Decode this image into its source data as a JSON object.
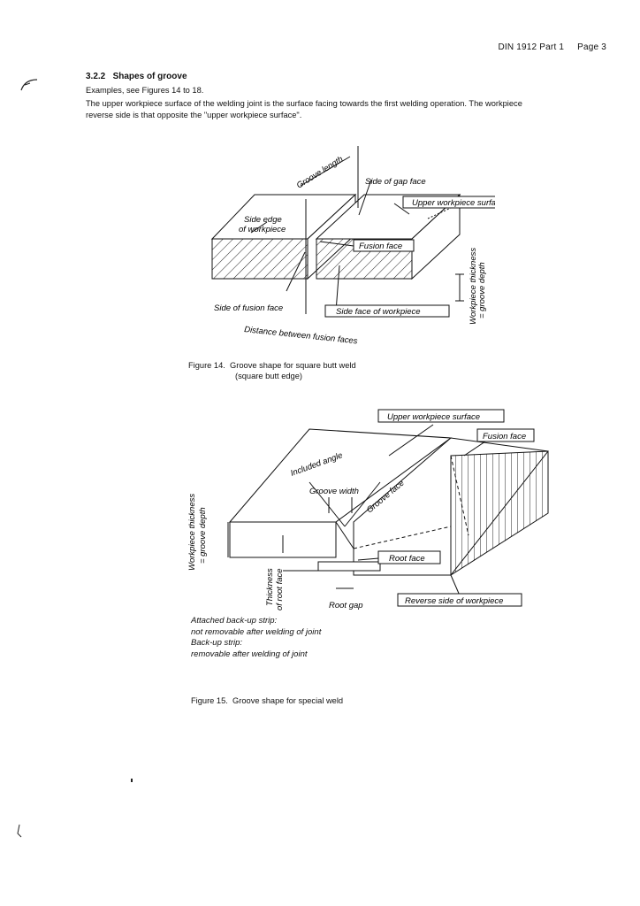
{
  "header": {
    "title": "DIN 1912 Part 1",
    "page": "Page 3"
  },
  "section": {
    "number": "3.2.2",
    "title": "Shapes of groove",
    "examples": "Examples, see Figures 14 to 18.",
    "body_line1": "The upper workpiece surface of the welding joint is the surface facing towards the first welding operation. The workpiece",
    "body_line2": "reverse side is that opposite the \"upper workpiece surface\"."
  },
  "figure14": {
    "labels": {
      "groove_length": "Groove length",
      "side_of_gap_face": "Side of gap face",
      "upper_workpiece_surface": "Upper workpiece surface",
      "side_edge_l1": "Side edge",
      "side_edge_l2": "of workpiece",
      "fusion_face": "Fusion face",
      "side_of_fusion_face": "Side of fusion face",
      "side_face_of_workpiece": "Side face of workpiece",
      "distance_between": "Distance between fusion faces",
      "thickness_l1": "Workpiece thickness",
      "thickness_l2": "= groove depth"
    },
    "caption_label": "Figure 14.",
    "caption_l1": "Groove shape for square butt weld",
    "caption_l2": "(square butt edge)"
  },
  "figure15": {
    "labels": {
      "upper_workpiece_surface": "Upper workpiece surface",
      "fusion_face": "Fusion face",
      "included_angle": "Included angle",
      "groove_width": "Groove width",
      "groove_face": "Groove face",
      "root_face": "Root face",
      "thickness_l1": "Workpiece thickness",
      "thickness_l2": "= groove depth",
      "thickness_root_l1": "Thickness",
      "thickness_root_l2": "of root face",
      "root_gap": "Root gap",
      "reverse_side": "Reverse side of workpiece"
    },
    "notes": {
      "attached_l1": "Attached back-up strip:",
      "attached_l2": "not removable after welding of joint",
      "backup_l1": "Back-up strip:",
      "backup_l2": "removable after welding of joint"
    },
    "caption_label": "Figure 15.",
    "caption_text": "Groove shape for special weld"
  }
}
